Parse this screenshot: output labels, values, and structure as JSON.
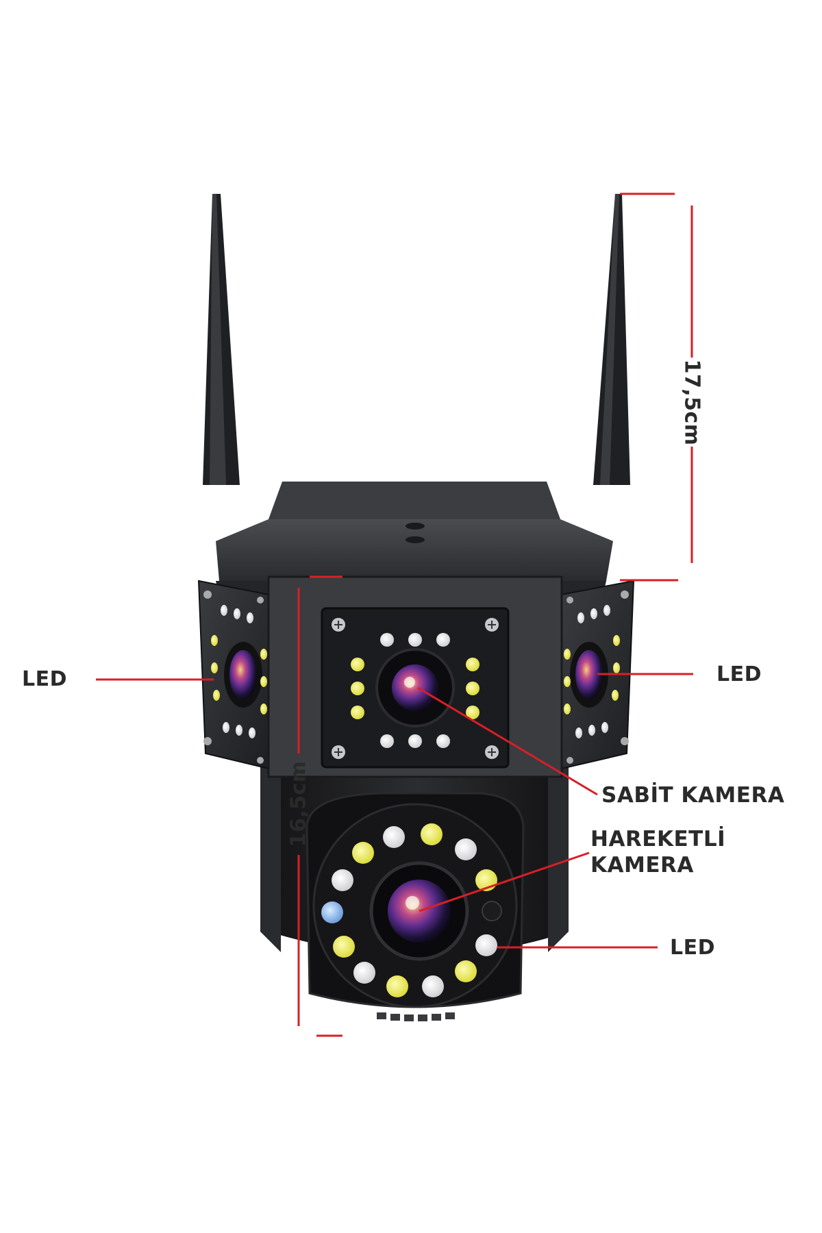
{
  "labels": {
    "led_left": "LED",
    "led_right": "LED",
    "led_bottom": "LED",
    "fixed_camera": "SABİT KAMERA",
    "moving_camera_line1": "HAREKETLİ",
    "moving_camera_line2": "KAMERA",
    "height_antenna": "17,5cm",
    "height_body": "16,5cm"
  },
  "colors": {
    "annotation_red": "#d81f26",
    "body_dark": "#2b2c2f",
    "body_mid": "#3d3f43",
    "led_yellow": "#e9e83a",
    "led_white": "#e8e8ea",
    "led_blue": "#7fb2e8"
  },
  "icons": {
    "camera": "security-camera-icon",
    "antenna": "antenna-icon",
    "lens": "camera-lens-icon",
    "led": "led-light-icon"
  }
}
